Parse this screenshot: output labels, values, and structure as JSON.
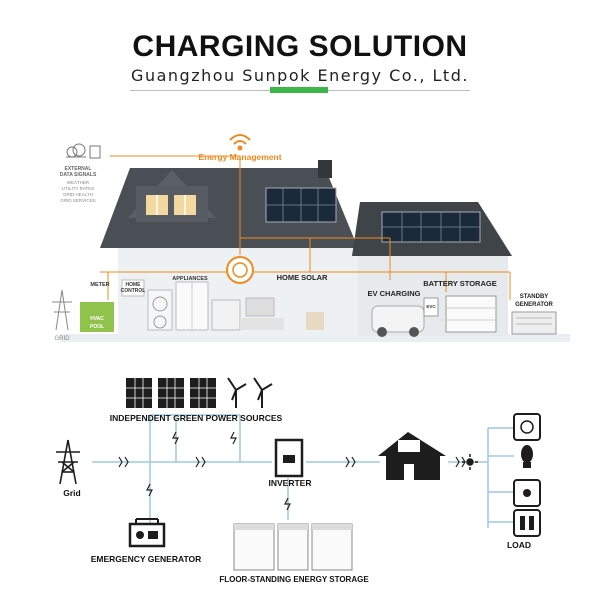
{
  "header": {
    "title": "CHARGING SOLUTION",
    "subtitle": "Guangzhou Sunpok Energy Co., Ltd.",
    "accent_color": "#3cb64a"
  },
  "house": {
    "energy_management": "Energy Management",
    "external_signals": [
      "EXTERNAL",
      "DATA SIGNALS"
    ],
    "signal_items": [
      "WEATHER",
      "UTILITY RATES",
      "GRID HEALTH",
      "GRID SERVICES"
    ],
    "meter": "METER",
    "home_control": [
      "HOME",
      "CONTROL"
    ],
    "appliances": "APPLIANCES",
    "home_solar": "HOME SOLAR",
    "ev_charging": "EV CHARGING",
    "evc": "EVC",
    "battery_storage": "BATTERY STORAGE",
    "standby_generator": [
      "STANDBY",
      "GENERATOR"
    ],
    "grid": "GRID",
    "hvac": "HVAC",
    "pool": "POOL",
    "orange_color": "#f08a1c"
  },
  "system": {
    "green_sources": "INDEPENDENT GREEN POWER SOURCES",
    "grid": "Grid",
    "inverter": "INVERTER",
    "emergency_generator": "EMERGENCY GENERATOR",
    "storage": "FLOOR-STANDING ENERGY STORAGE",
    "load": "LOAD",
    "line_color": "#9ec8e8"
  }
}
